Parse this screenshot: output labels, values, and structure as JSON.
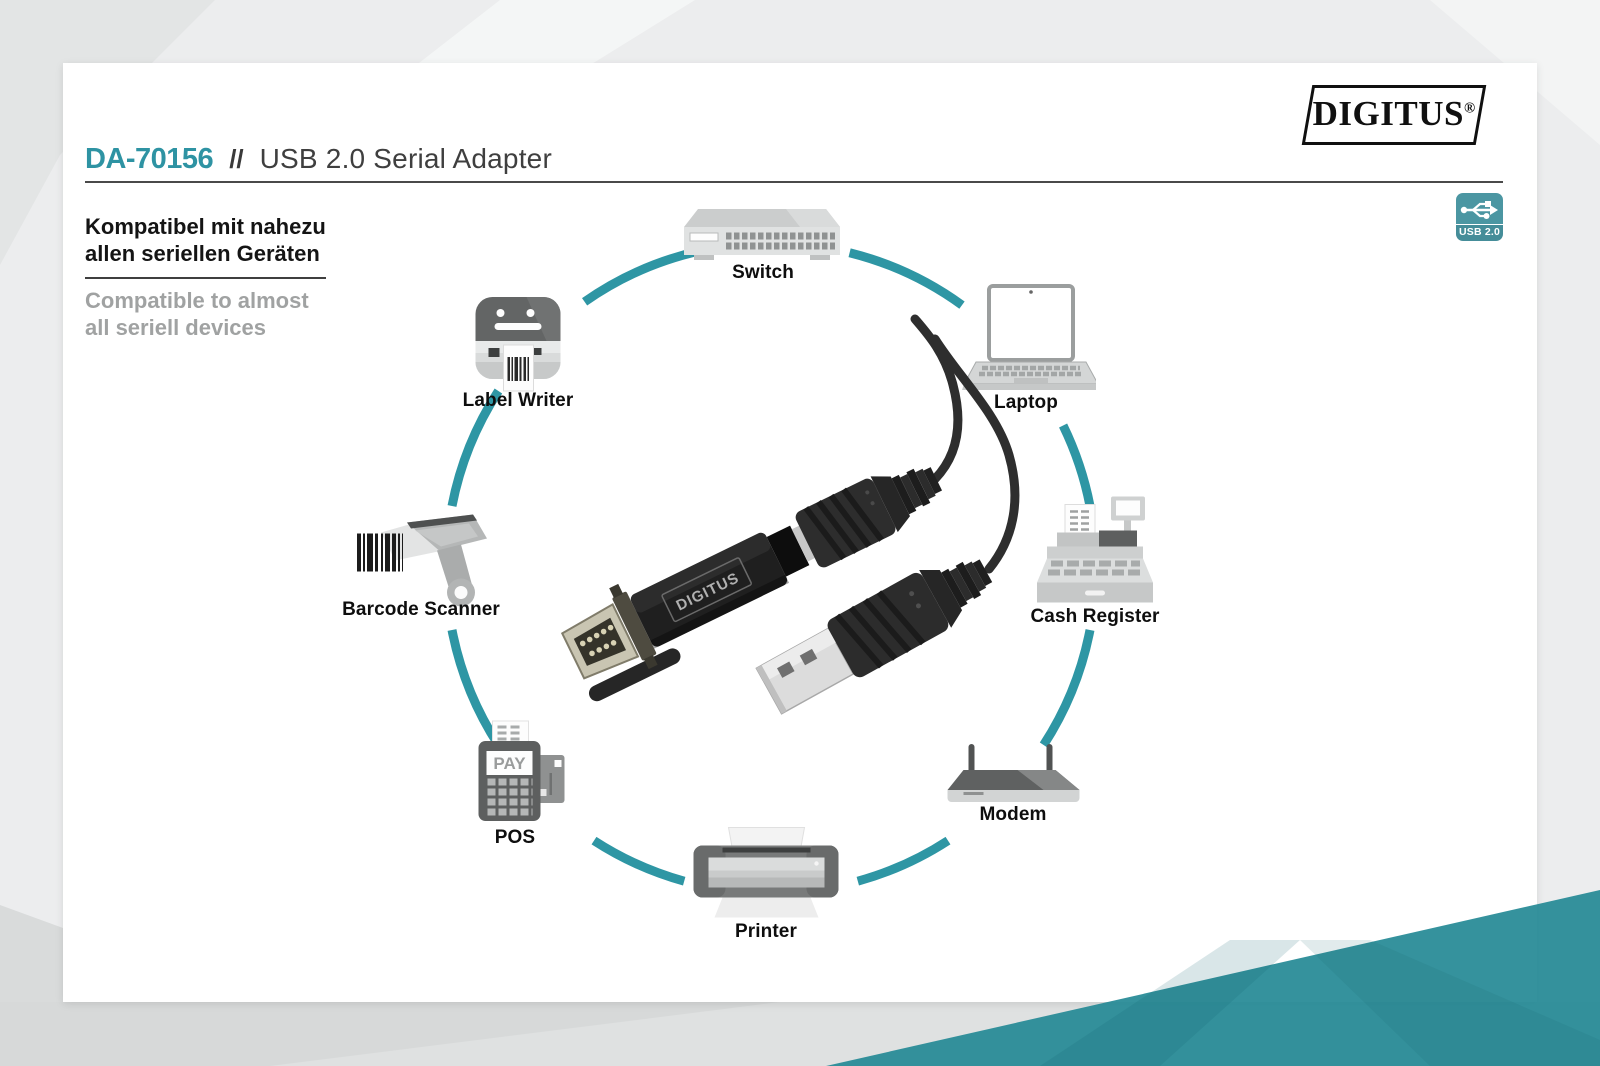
{
  "header": {
    "product_code": "DA-70156",
    "separator": "//",
    "product_name": "USB 2.0 Serial Adapter"
  },
  "brand": {
    "name": "DIGITUS",
    "registered_mark": "®"
  },
  "usb_badge": {
    "label": "USB 2.0"
  },
  "intro": {
    "heading_de": [
      "Kompatibel mit nahezu",
      "allen seriellen Geräten"
    ],
    "subheading_en": [
      "Compatible to almost",
      "all seriell devices"
    ]
  },
  "product": {
    "body_label": "DIGITUS"
  },
  "devices": [
    {
      "id": "switch",
      "label": "Switch"
    },
    {
      "id": "laptop",
      "label": "Laptop"
    },
    {
      "id": "cash-register",
      "label": "Cash Register"
    },
    {
      "id": "modem",
      "label": "Modem"
    },
    {
      "id": "printer",
      "label": "Printer"
    },
    {
      "id": "pos",
      "label": "POS",
      "screen_text": "PAY"
    },
    {
      "id": "barcode-scanner",
      "label": "Barcode Scanner"
    },
    {
      "id": "label-writer",
      "label": "Label Writer"
    }
  ],
  "colors": {
    "accent_teal": "#2e93a3",
    "arc_teal": "#2e96a4",
    "badge_teal": "#4b96a2",
    "title_dark": "#3f3f3f",
    "subtext_gray": "#a0a2a2",
    "card_bg": "#ffffff",
    "page_bg": "#ecedee",
    "teal_wedge": "#288a96"
  }
}
